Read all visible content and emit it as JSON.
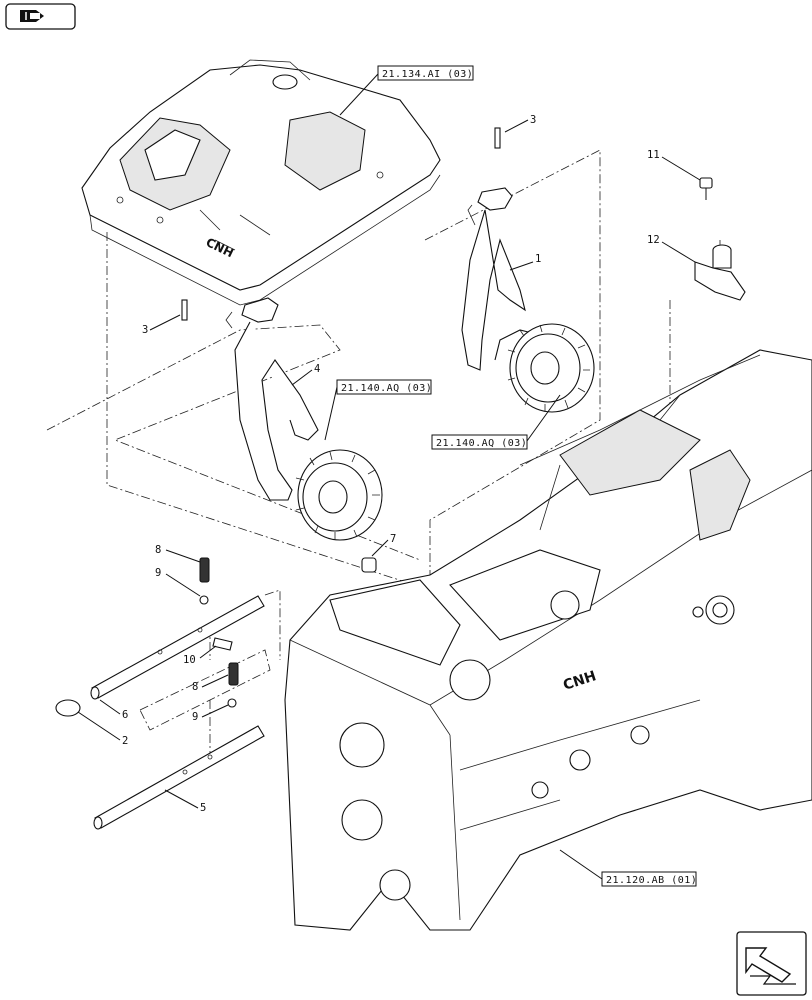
{
  "callouts": [
    {
      "id": "c1",
      "text": "1"
    },
    {
      "id": "c2",
      "text": "2"
    },
    {
      "id": "c3a",
      "text": "3"
    },
    {
      "id": "c3b",
      "text": "3"
    },
    {
      "id": "c4",
      "text": "4"
    },
    {
      "id": "c5",
      "text": "5"
    },
    {
      "id": "c6",
      "text": "6"
    },
    {
      "id": "c7",
      "text": "7"
    },
    {
      "id": "c8a",
      "text": "8"
    },
    {
      "id": "c8b",
      "text": "8"
    },
    {
      "id": "c9a",
      "text": "9"
    },
    {
      "id": "c9b",
      "text": "9"
    },
    {
      "id": "c10",
      "text": "10"
    },
    {
      "id": "c11",
      "text": "11"
    },
    {
      "id": "c12",
      "text": "12"
    }
  ],
  "references": {
    "top_cover": "21.134.AI (03)",
    "fork_left": "21.140.AQ (03)",
    "fork_right": "21.140.AQ (03)",
    "housing": "21.120.AB (01)"
  },
  "branding": {
    "cover_logo": "CNH",
    "housing_logo": "CNH"
  },
  "nav": {
    "top_icon": "book-back-icon",
    "bottom_icon": "next-page-arrow-icon"
  }
}
